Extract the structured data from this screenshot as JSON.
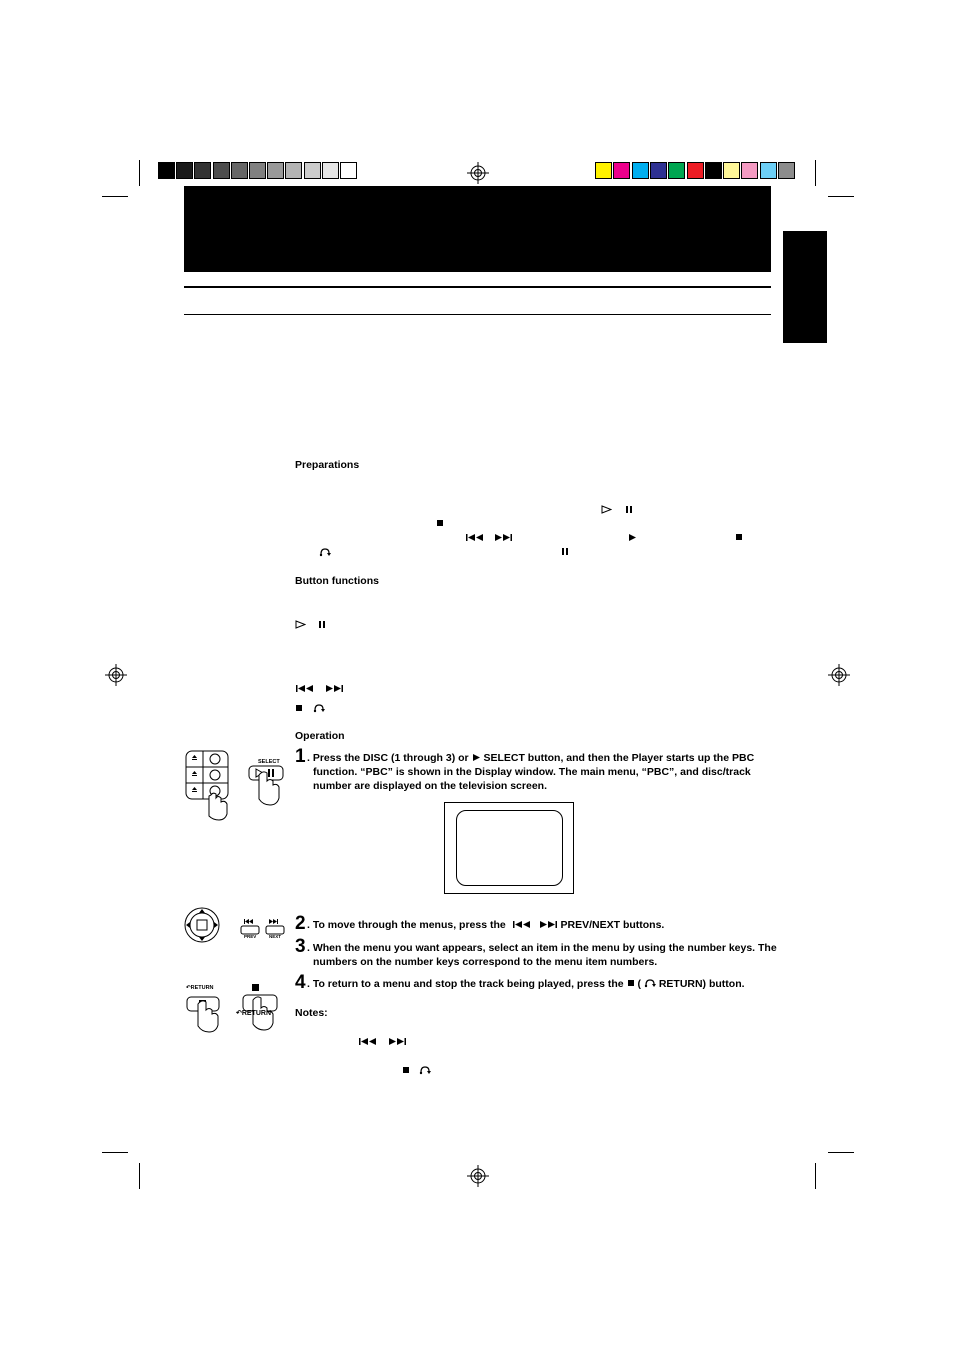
{
  "colors": {
    "gray_bar": [
      "#000000",
      "#1a1a1a",
      "#333333",
      "#4d4d4d",
      "#666666",
      "#808080",
      "#999999",
      "#b3b3b3",
      "#cccccc",
      "#e6e6e6",
      "#ffffff"
    ],
    "color_bar": [
      "#fff200",
      "#ec008c",
      "#00aeef",
      "#2e3192",
      "#00a651",
      "#ed1c24",
      "#000000",
      "#fff799",
      "#f49ac2",
      "#6dcff6",
      "#8c8c8c"
    ]
  },
  "headings": {
    "preparations": "Preparations",
    "button_functions": "Button functions",
    "operation": "Operation",
    "notes": "Notes:"
  },
  "steps": [
    {
      "num": "1",
      "text_a": ". Press the DISC (1 through 3) or",
      "text_b": "SELECT button, and then the Player starts up the PBC",
      "line2": "function.  “PBC” is shown in the Display window. The main menu, “PBC”, and disc/track",
      "line3": "number are displayed on the television screen."
    },
    {
      "num": "2",
      "text_a": ". To move through the menus, press the",
      "text_b": "PREV/NEXT buttons."
    },
    {
      "num": "3",
      "text_a": ". When the menu you want appears, select an item in the menu by using the number keys. The",
      "line2": "numbers on the number keys correspond to the menu item numbers."
    },
    {
      "num": "4",
      "text_a": ". To return to a menu and stop the track being played, press the",
      "text_b": "RETURN) button."
    }
  ],
  "remote_labels": {
    "select": "SELECT",
    "prev": "PREV",
    "next": "NEXT",
    "return": "RETURN",
    "return2": "RETURN"
  }
}
